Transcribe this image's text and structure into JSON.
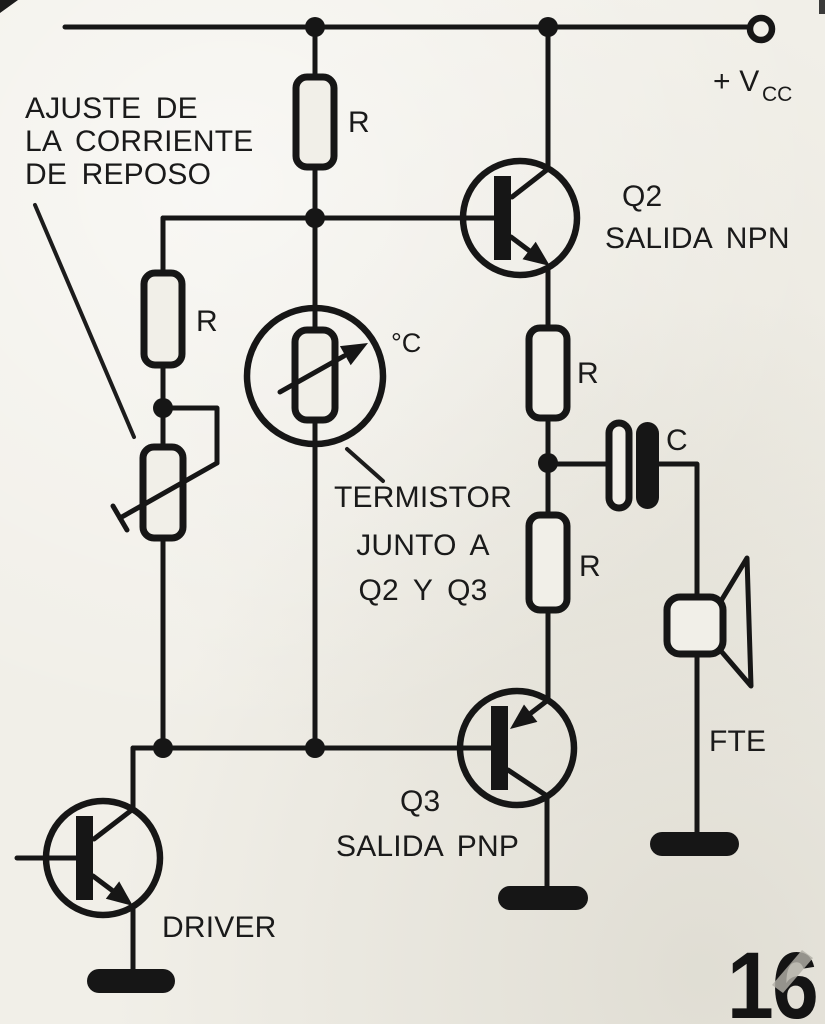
{
  "colors": {
    "ink": "#161616",
    "paper": "#f1efe8"
  },
  "power": {
    "label_main": "+ V",
    "label_sub": "CC"
  },
  "annotations": {
    "ajuste": [
      "AJUSTE DE",
      "LA CORRIENTE",
      "DE REPOSO"
    ],
    "termistor": [
      "TERMISTOR",
      "JUNTO A",
      "Q2 Y Q3"
    ]
  },
  "components": {
    "resistor_label": "R",
    "capacitor_label": "C",
    "thermistor_temp_label": "°C",
    "speaker_label": "FTE",
    "q2_name": "Q2",
    "q2_desc": "SALIDA NPN",
    "q3_name": "Q3",
    "q3_desc": "SALIDA PNP",
    "driver_label": "DRIVER"
  },
  "page": {
    "number": "16"
  }
}
